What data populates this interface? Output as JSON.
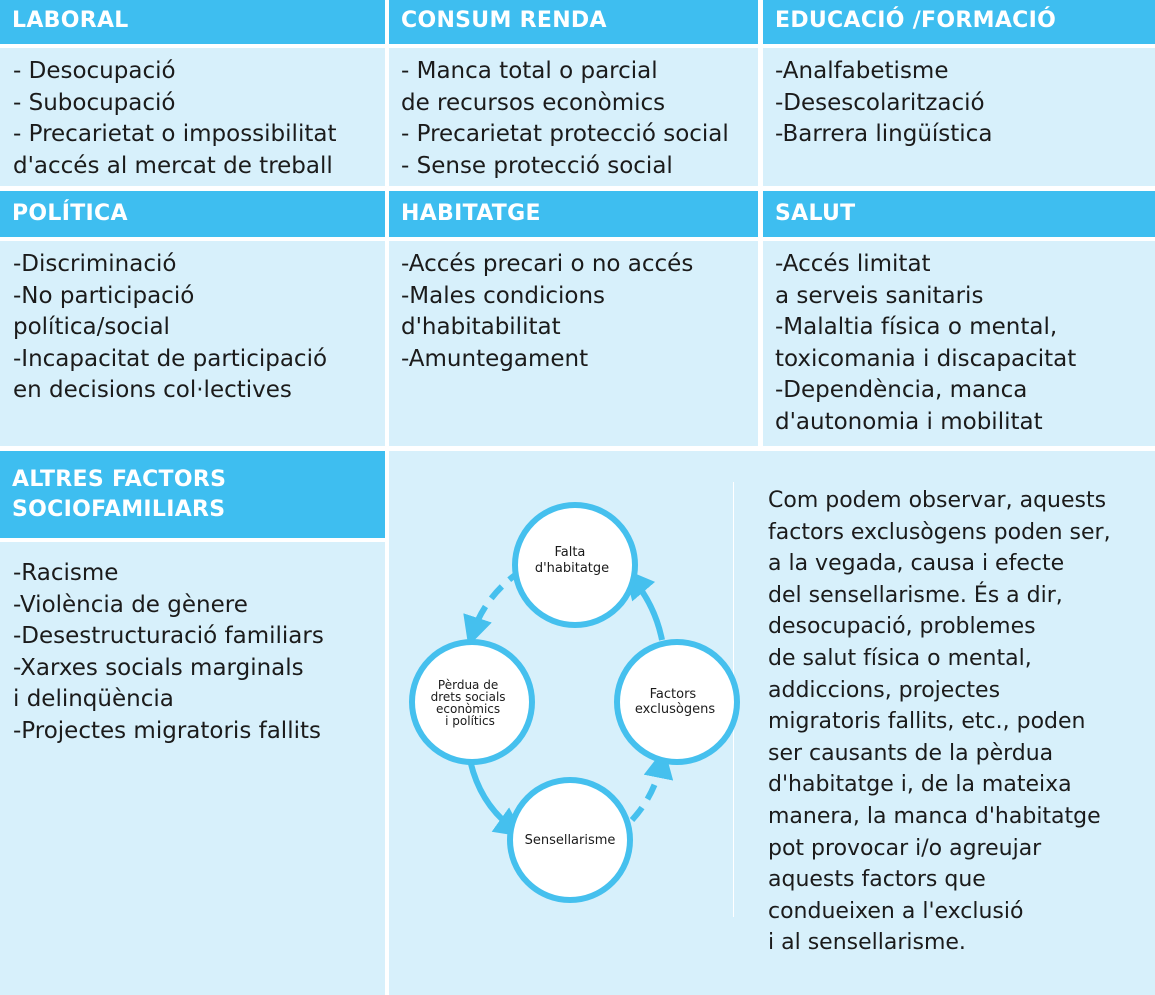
{
  "sections": [
    {
      "title": [
        "LABORAL"
      ],
      "items": [
        "- Desocupació",
        "- Subocupació",
        "- Precarietat o impossibilitat",
        "d'accés al mercat de treball"
      ]
    },
    {
      "title": [
        "CONSUM RENDA"
      ],
      "items": [
        "- Manca total o parcial",
        "de recursos econòmics",
        "- Precarietat protecció social",
        "- Sense protecció social"
      ]
    },
    {
      "title": [
        "EDUCACIÓ /FORMACIÓ"
      ],
      "items": [
        "-Analfabetisme",
        "-Desescolarització",
        "-Barrera lingüística"
      ]
    },
    {
      "title": [
        "POLÍTICA"
      ],
      "items": [
        "-Discriminació",
        "-No participació",
        "política/social",
        "-Incapacitat de participació",
        "en decisions col·lectives"
      ]
    },
    {
      "title": [
        "HABITATGE"
      ],
      "items": [
        "-Accés precari o no accés",
        "-Males condicions",
        "d'habitabilitat",
        "-Amuntegament"
      ]
    },
    {
      "title": [
        "SALUT"
      ],
      "items": [
        "-Accés limitat",
        "a serveis sanitaris",
        "-Malaltia física o mental,",
        "toxicomania i discapacitat",
        "-Dependència, manca",
        "d'autonomia i mobilitat"
      ]
    },
    {
      "title": [
        "ALTRES FACTORS",
        "SOCIOFAMILIARS"
      ],
      "items": [
        "-Racisme",
        "-Violència de gènere",
        "-Desestructuració familiars",
        "-Xarxes socials marginals",
        "i delinqüència",
        "-Projectes migratoris fallits"
      ]
    }
  ],
  "cycle": {
    "top": [
      "Falta",
      "d'habitatge"
    ],
    "right": [
      "Factors",
      "exclusògens"
    ],
    "bottom": [
      "Sensellarisme"
    ],
    "left": [
      "Pèrdua de",
      "drets socials",
      "econòmics",
      "i polítics"
    ]
  },
  "explanation": [
    "Com podem observar, aquests",
    "factors exclusògens poden ser,",
    "a la vegada, causa i efecte",
    "del sensellarisme. És a dir,",
    "desocupació, problemes",
    "de salut física o mental,",
    "addiccions, projectes",
    "migratoris fallits, etc., poden",
    "ser causants de la pèrdua",
    "d'habitatge i, de la mateixa",
    "manera, la manca d'habitatge",
    "pot provocar i/o agreujar",
    "aquests factors que",
    "condueixen a l'exclusió",
    "i al sensellarisme."
  ],
  "colors": {
    "header": "#3ebef0",
    "body": "#d7f0fb",
    "arrow": "#45c0ee"
  }
}
